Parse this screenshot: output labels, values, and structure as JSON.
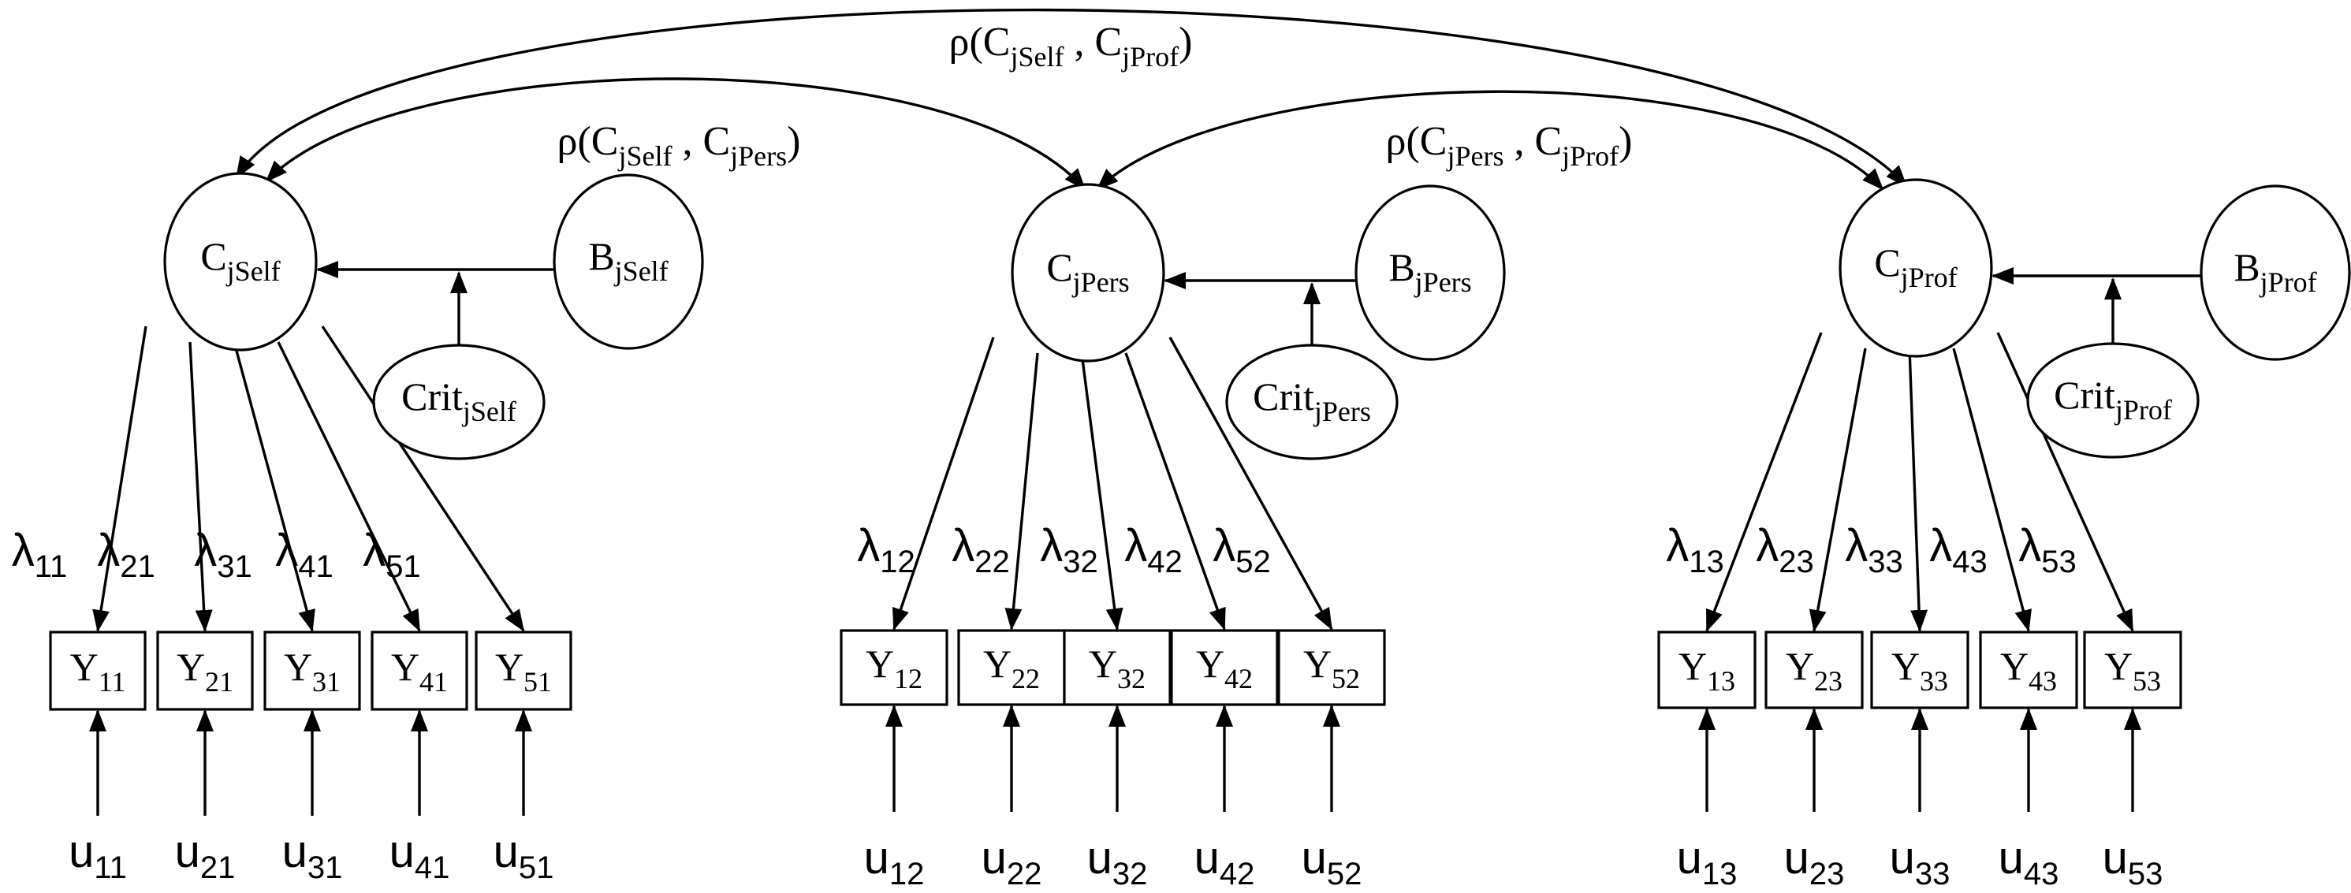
{
  "diagram": {
    "correlations": [
      {
        "id": "self_prof",
        "prefix": "ρ(C",
        "sub1": "jSelf",
        "mid": " , C",
        "sub2": "jProf",
        "suffix": ")"
      },
      {
        "id": "self_pers",
        "prefix": "ρ(C",
        "sub1": "jSelf",
        "mid": " , C",
        "sub2": "jPers",
        "suffix": ")"
      },
      {
        "id": "pers_prof",
        "prefix": "ρ(C",
        "sub1": "jPers",
        "mid": " , C",
        "sub2": "jProf",
        "suffix": ")"
      }
    ],
    "groups": [
      {
        "key": "self",
        "latent": {
          "base": "C",
          "sub": "jSelf"
        },
        "bias": {
          "base": "B",
          "sub": "jSelf"
        },
        "criterion": {
          "base": "Crit",
          "sub": "jSelf"
        },
        "loadings": [
          {
            "base": "λ",
            "sub": "11"
          },
          {
            "base": "λ",
            "sub": "21"
          },
          {
            "base": "λ",
            "sub": "31"
          },
          {
            "base": "λ",
            "sub": "41"
          },
          {
            "base": "λ",
            "sub": "51"
          }
        ],
        "indicators": [
          {
            "base": "Y",
            "sub": "11"
          },
          {
            "base": "Y",
            "sub": "21"
          },
          {
            "base": "Y",
            "sub": "31"
          },
          {
            "base": "Y",
            "sub": "41"
          },
          {
            "base": "Y",
            "sub": "51"
          }
        ],
        "errors": [
          {
            "base": "u",
            "sub": "11"
          },
          {
            "base": "u",
            "sub": "21"
          },
          {
            "base": "u",
            "sub": "31"
          },
          {
            "base": "u",
            "sub": "41"
          },
          {
            "base": "u",
            "sub": "51"
          }
        ]
      },
      {
        "key": "pers",
        "latent": {
          "base": "C",
          "sub": "jPers"
        },
        "bias": {
          "base": "B",
          "sub": "jPers"
        },
        "criterion": {
          "base": "Crit",
          "sub": "jPers"
        },
        "loadings": [
          {
            "base": "λ",
            "sub": "12"
          },
          {
            "base": "λ",
            "sub": "22"
          },
          {
            "base": "λ",
            "sub": "32"
          },
          {
            "base": "λ",
            "sub": "42"
          },
          {
            "base": "λ",
            "sub": "52"
          }
        ],
        "indicators": [
          {
            "base": "Y",
            "sub": "12"
          },
          {
            "base": "Y",
            "sub": "22"
          },
          {
            "base": "Y",
            "sub": "32"
          },
          {
            "base": "Y",
            "sub": "42"
          },
          {
            "base": "Y",
            "sub": "52"
          }
        ],
        "errors": [
          {
            "base": "u",
            "sub": "12"
          },
          {
            "base": "u",
            "sub": "22"
          },
          {
            "base": "u",
            "sub": "32"
          },
          {
            "base": "u",
            "sub": "42"
          },
          {
            "base": "u",
            "sub": "52"
          }
        ]
      },
      {
        "key": "prof",
        "latent": {
          "base": "C",
          "sub": "jProf"
        },
        "bias": {
          "base": "B",
          "sub": "jProf"
        },
        "criterion": {
          "base": "Crit",
          "sub": "jProf"
        },
        "loadings": [
          {
            "base": "λ",
            "sub": "13"
          },
          {
            "base": "λ",
            "sub": "23"
          },
          {
            "base": "λ",
            "sub": "33"
          },
          {
            "base": "λ",
            "sub": "43"
          },
          {
            "base": "λ",
            "sub": "53"
          }
        ],
        "indicators": [
          {
            "base": "Y",
            "sub": "13"
          },
          {
            "base": "Y",
            "sub": "23"
          },
          {
            "base": "Y",
            "sub": "33"
          },
          {
            "base": "Y",
            "sub": "43"
          },
          {
            "base": "Y",
            "sub": "53"
          }
        ],
        "errors": [
          {
            "base": "u",
            "sub": "13"
          },
          {
            "base": "u",
            "sub": "23"
          },
          {
            "base": "u",
            "sub": "33"
          },
          {
            "base": "u",
            "sub": "43"
          },
          {
            "base": "u",
            "sub": "53"
          }
        ]
      }
    ]
  }
}
